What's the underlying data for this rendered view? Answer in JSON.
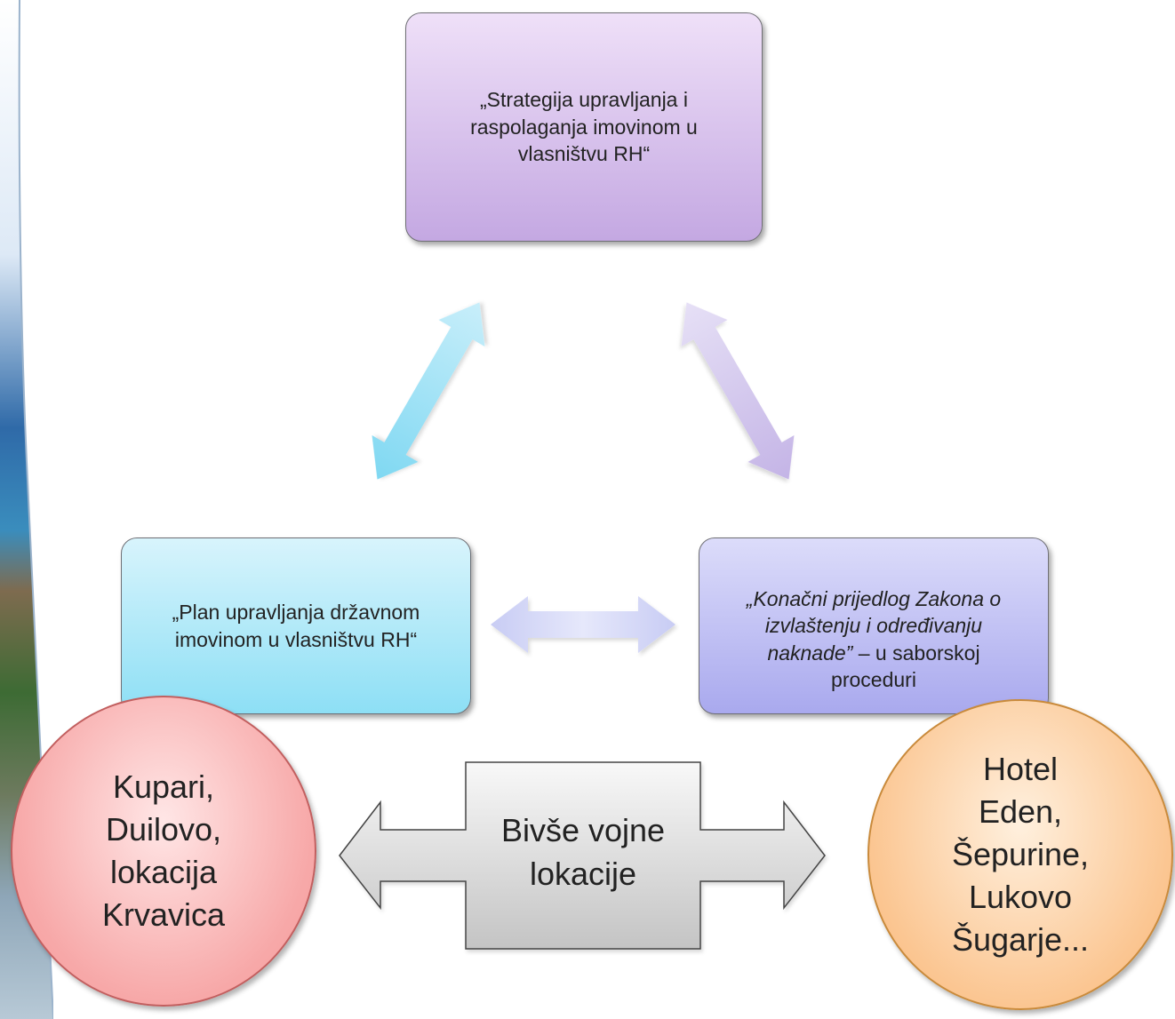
{
  "boxes": {
    "top": "„Strategija upravljanja i raspolaganja imovinom u vlasništvu RH“",
    "left": "„Plan upravljanja državnom imovinom u vlasništvu RH“",
    "right_italic": "„Konačni prijedlog Zakona o izvlaštenju i određivanju naknade”",
    "right_normal": " – u saborskoj proceduri"
  },
  "bottom": {
    "left_circle": "Kupari,\nDuilovo,\nlokacija\nKrvavica",
    "center_arrow_label": "Bivše vojne\nlokacije",
    "right_circle": "Hotel\nEden,\nŠepurine,\nLukovo\nŠugarje..."
  },
  "colors": {
    "top_box": "#c4a8e2",
    "left_box": "#8ddff5",
    "right_box": "#a9a9ee",
    "left_circle": "#f7a8a8",
    "right_circle": "#fbc692",
    "center_arrow": "#dcdcdc"
  }
}
